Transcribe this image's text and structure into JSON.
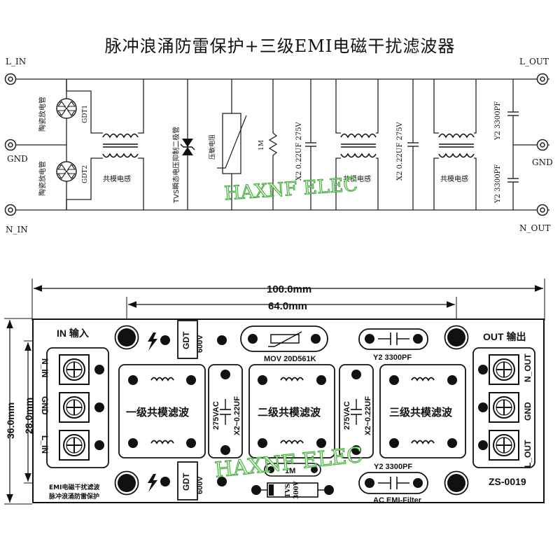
{
  "title": "脉冲浪涌防雷保护+三级EMI电磁干扰滤波器",
  "schematic": {
    "terminals": {
      "l_in": "L_IN",
      "gnd_in": "GND",
      "n_in": "N_IN",
      "l_out": "L_OUT",
      "gnd_out": "GND",
      "n_out": "N_OUT"
    },
    "gdt_label_1": "陶瓷放电管",
    "gdt_label_2": "陶瓷放电管",
    "gdt1": "GDT1",
    "gdt2": "GDT2",
    "choke_label": "共模电感",
    "tvs_label": "TVS瞬态电压抑制二极管",
    "varistor_label": "压敏电阻",
    "resistor_label": "1M",
    "x2_cap_label": "X2 0.22UF 275V",
    "y2_cap_label": "Y2 3300PF"
  },
  "watermark": "HAXNF ELEC",
  "pcb": {
    "dim_width": "100.0mm",
    "dim_hole_spacing": "64.0mm",
    "dim_height": "36.0mm",
    "dim_inner_height": "28.0mm",
    "in_label": "IN 输入",
    "out_label": "OUT 输出",
    "left_terminals": [
      "N_IN",
      "GND",
      "L_IN"
    ],
    "right_terminals": [
      "N_OUT",
      "GND",
      "L_OUT"
    ],
    "gdt": "GDT",
    "gdt_voltage": "600V",
    "mov_label": "MOV 20D561K",
    "y2_label": "Y2 3300PF",
    "stage_1": "一级共模滤波",
    "stage_2": "二级共模滤波",
    "stage_3": "三级共模滤波",
    "x2_vac": "275VAC",
    "x2_value": "X2~0.22UF",
    "resistor": "1M",
    "tvs": "TVS",
    "tvs_voltage": "300V",
    "model": "ZS-0019",
    "ac_filter": "AC EMI-Filter",
    "desc_line_1": "EMI电磁干扰滤波",
    "desc_line_2": "脉冲浪涌防雷保护"
  }
}
